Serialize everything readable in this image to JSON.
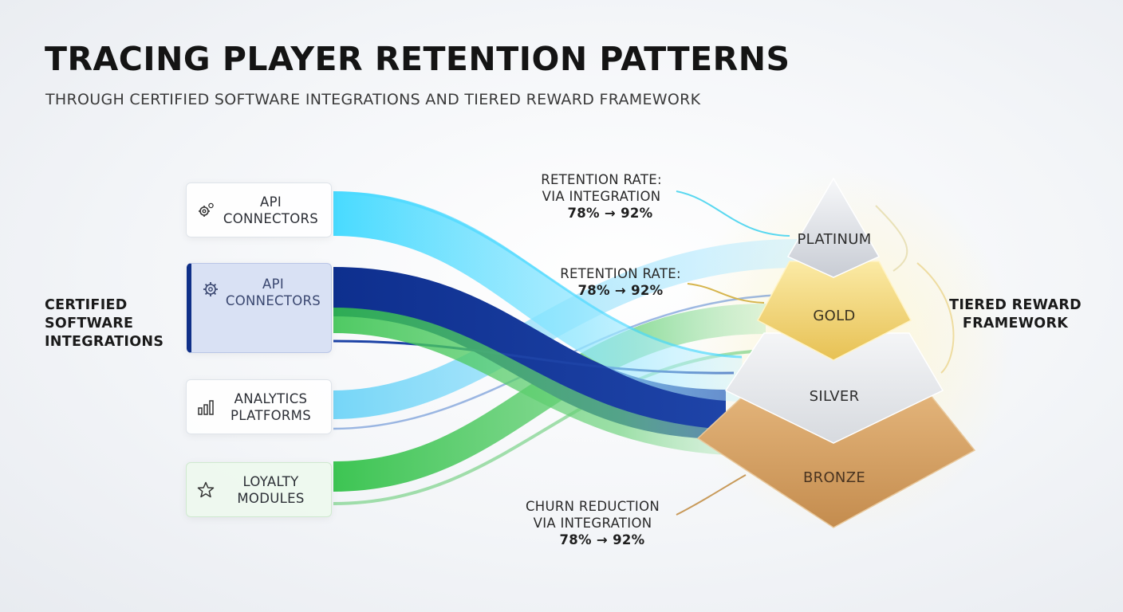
{
  "header": {
    "title": "TRACING PLAYER RETENTION PATTERNS",
    "subtitle": "THROUGH CERTIFIED SOFTWARE INTEGRATIONS AND TIERED REWARD FRAMEWORK"
  },
  "left_group_label": [
    "CERTIFIED",
    "SOFTWARE",
    "INTEGRATIONS"
  ],
  "right_group_label": [
    "TIERED REWARD",
    "FRAMEWORK"
  ],
  "sources": [
    {
      "label": [
        "API",
        "CONNECTORS"
      ],
      "icon": "gears-icon",
      "color": "#3fd6ff"
    },
    {
      "label": [
        "API",
        "CONNECTORS"
      ],
      "icon": "gear-icon",
      "color": "#12318f"
    },
    {
      "label": [
        "ANALYTICS",
        "PLATFORMS"
      ],
      "icon": "bar-chart-icon",
      "color": "#4cc8f5"
    },
    {
      "label": [
        "LOYALTY",
        "MODULES"
      ],
      "icon": "star-icon",
      "color": "#3cc24f"
    }
  ],
  "tiers": [
    {
      "name": "PLATINUM",
      "color": "#e9ebef"
    },
    {
      "name": "GOLD",
      "color": "#f2d77a"
    },
    {
      "name": "SILVER",
      "color": "#eef0f3"
    },
    {
      "name": "BRONZE",
      "color": "#d9a86a"
    }
  ],
  "annotations": [
    {
      "lines": [
        "RETENTION RATE:",
        "VIA INTEGRATION"
      ],
      "value": "78% → 92%"
    },
    {
      "lines": [
        "RETENTION RATE:"
      ],
      "value": "78% → 92%"
    },
    {
      "lines": [
        "CHURN REDUCTION",
        "VIA INTEGRATION"
      ],
      "value": "78% → 92%"
    }
  ]
}
